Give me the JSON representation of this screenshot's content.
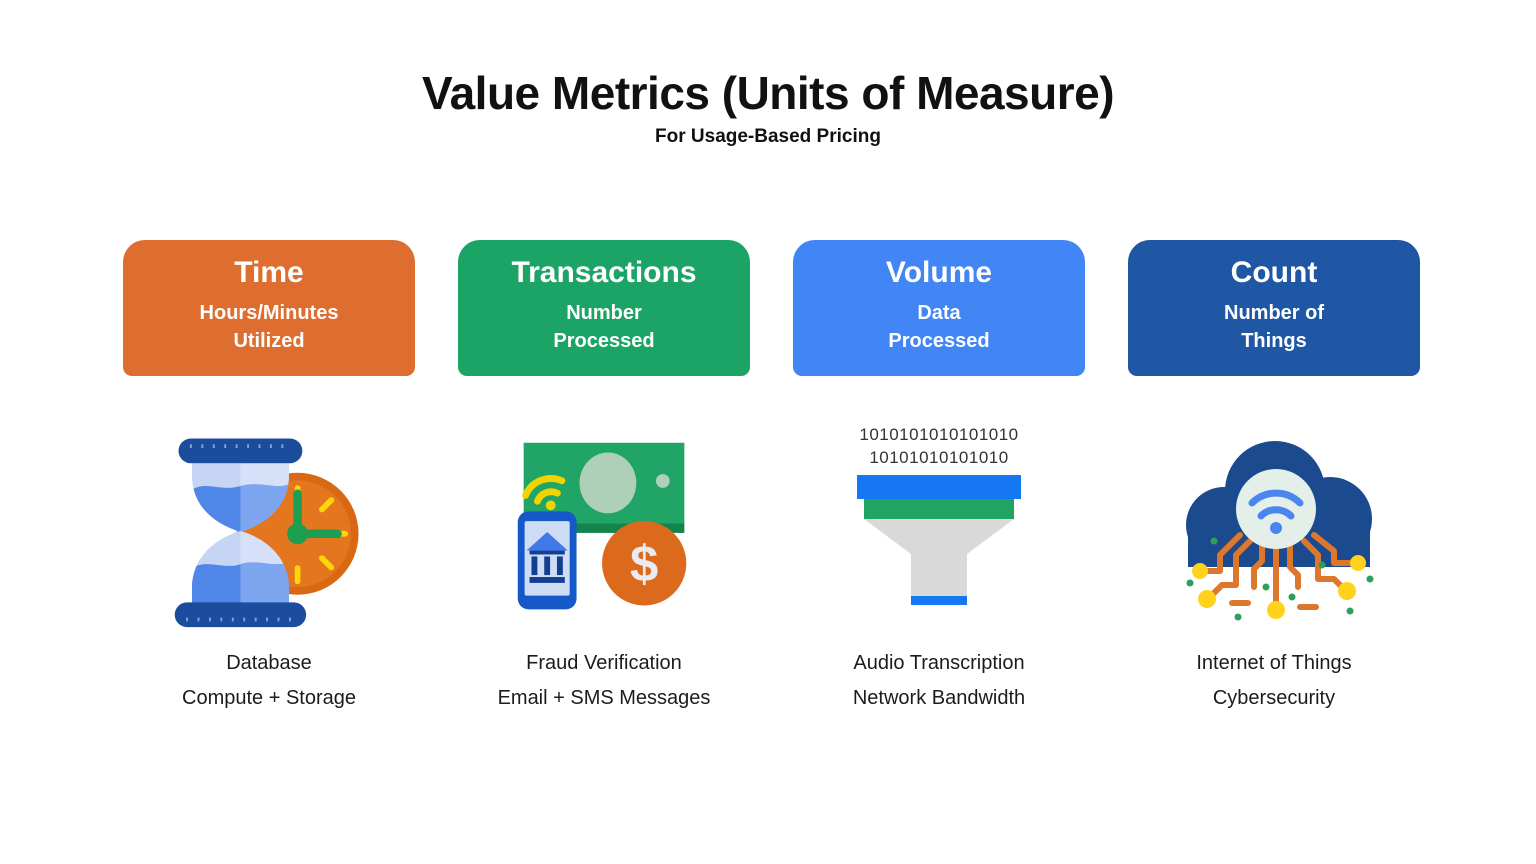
{
  "header": {
    "title": "Value Metrics (Units of Measure)",
    "subtitle": "For Usage-Based Pricing"
  },
  "colors": {
    "time_card": "#DD6E2F",
    "transactions_card": "#1CA466",
    "volume_card": "#4285F4",
    "count_card": "#2057A5",
    "label_text": "#1C1C1C",
    "background": "#FFFFFF"
  },
  "columns": [
    {
      "card": {
        "title": "Time",
        "subtitle_lines": [
          "Hours/Minutes",
          "Utilized"
        ]
      },
      "icon": "hourglass-clock-icon",
      "examples": [
        "Database",
        "Compute + Storage"
      ]
    },
    {
      "card": {
        "title": "Transactions",
        "subtitle_lines": [
          "Number",
          "Processed"
        ]
      },
      "icon": "money-payment-icon",
      "coin_symbol": "$",
      "examples": [
        "Fraud Verification",
        "Email + SMS Messages"
      ]
    },
    {
      "card": {
        "title": "Volume",
        "subtitle_lines": [
          "Data",
          "Processed"
        ]
      },
      "icon": "data-funnel-icon",
      "binary_lines": [
        "1010101010101010",
        "10101010101010"
      ],
      "examples": [
        "Audio Transcription",
        "Network Bandwidth"
      ]
    },
    {
      "card": {
        "title": "Count",
        "subtitle_lines": [
          "Number of",
          "Things"
        ]
      },
      "icon": "iot-cloud-icon",
      "examples": [
        "Internet of Things",
        "Cybersecurity"
      ]
    }
  ]
}
